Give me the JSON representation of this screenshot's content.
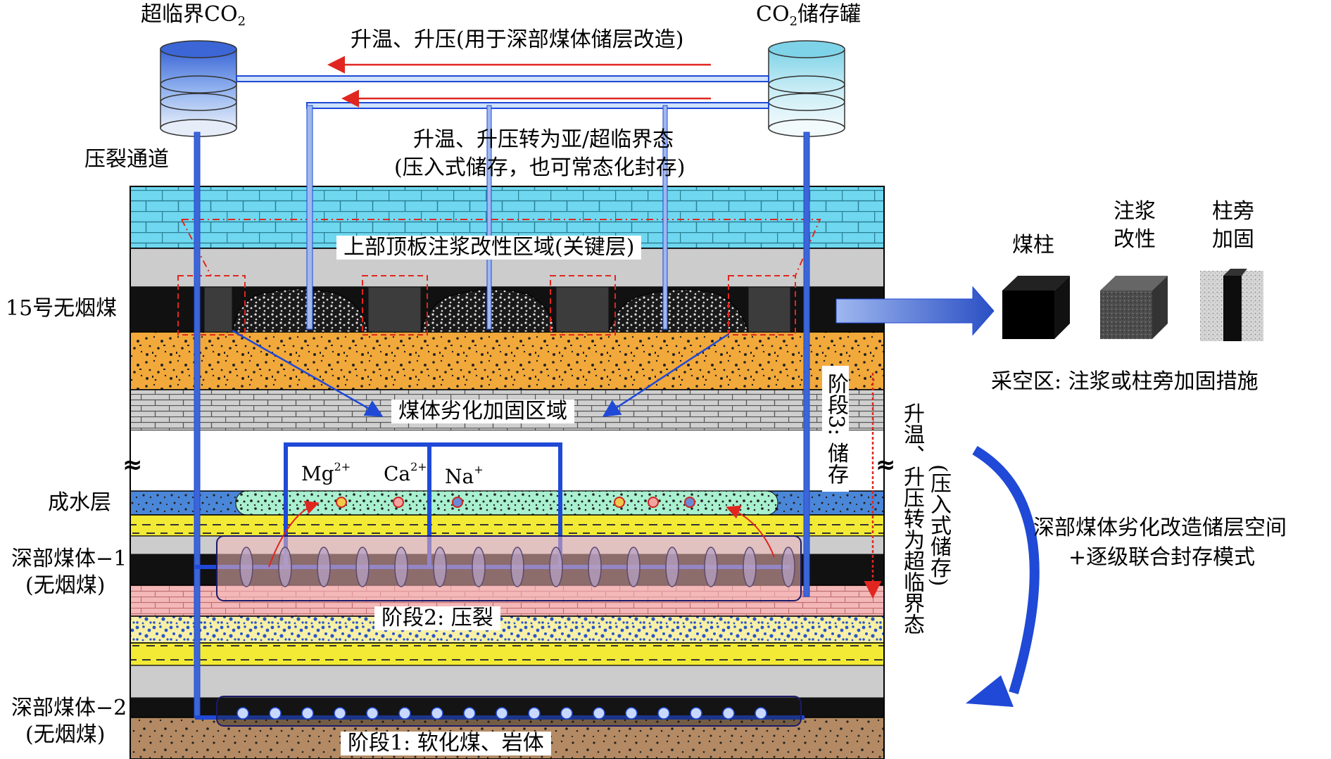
{
  "tanks": {
    "left_title": "超临界CO",
    "left_sub": "2",
    "right_title_pre": "CO",
    "right_sub": "2",
    "right_title_post": "储存罐"
  },
  "top_arrow_text": "升温、升压(用于深部煤体储层改造)",
  "middle_text_1": "升温、升压转为亚/超临界态",
  "middle_text_2": "(压入式储存，也可常态化封存)",
  "fracture_channel": "压裂通道",
  "roof_zone": "上部顶板注浆改性区域(关键层)",
  "coal15": "15号无烟煤",
  "degraded_zone": "煤体劣化加固区域",
  "stage3": "阶段3: 储存",
  "ions": {
    "mg": "Mg",
    "mg_charge": "2+",
    "ca": "Ca",
    "ca_charge": "2+",
    "na": "Na",
    "na_charge": "+"
  },
  "aquifer": "成水层",
  "deep1_a": "深部煤体−1",
  "deep1_b": "(无烟煤)",
  "stage2": "阶段2: 压裂",
  "deep2_a": "深部煤体−2",
  "deep2_b": "(无烟煤)",
  "stage1": "阶段1: 软化煤、岩体",
  "right_panel": {
    "cube1": "煤柱",
    "cube2_a": "注浆",
    "cube2_b": "改性",
    "cube3_a": "柱旁",
    "cube3_b": "加固",
    "caption": "采空区: 注浆或柱旁加固措施"
  },
  "vertical_text_a": "升温、升压转为超临界态",
  "vertical_text_b": "(压入式储存)",
  "mode_text_1": "深部煤体劣化改造储层空间",
  "mode_text_2": "+逐级联合封存模式",
  "colors": {
    "pipe": "#1f49d6",
    "arrow_red": "#e0261f",
    "brick_cyan": "#6fd8f0",
    "sand_orange": "#f2a93b",
    "yellow_layer": "#f3ea35",
    "brown_bottom": "#b38a63",
    "pink_layer": "#f4b8b8"
  }
}
